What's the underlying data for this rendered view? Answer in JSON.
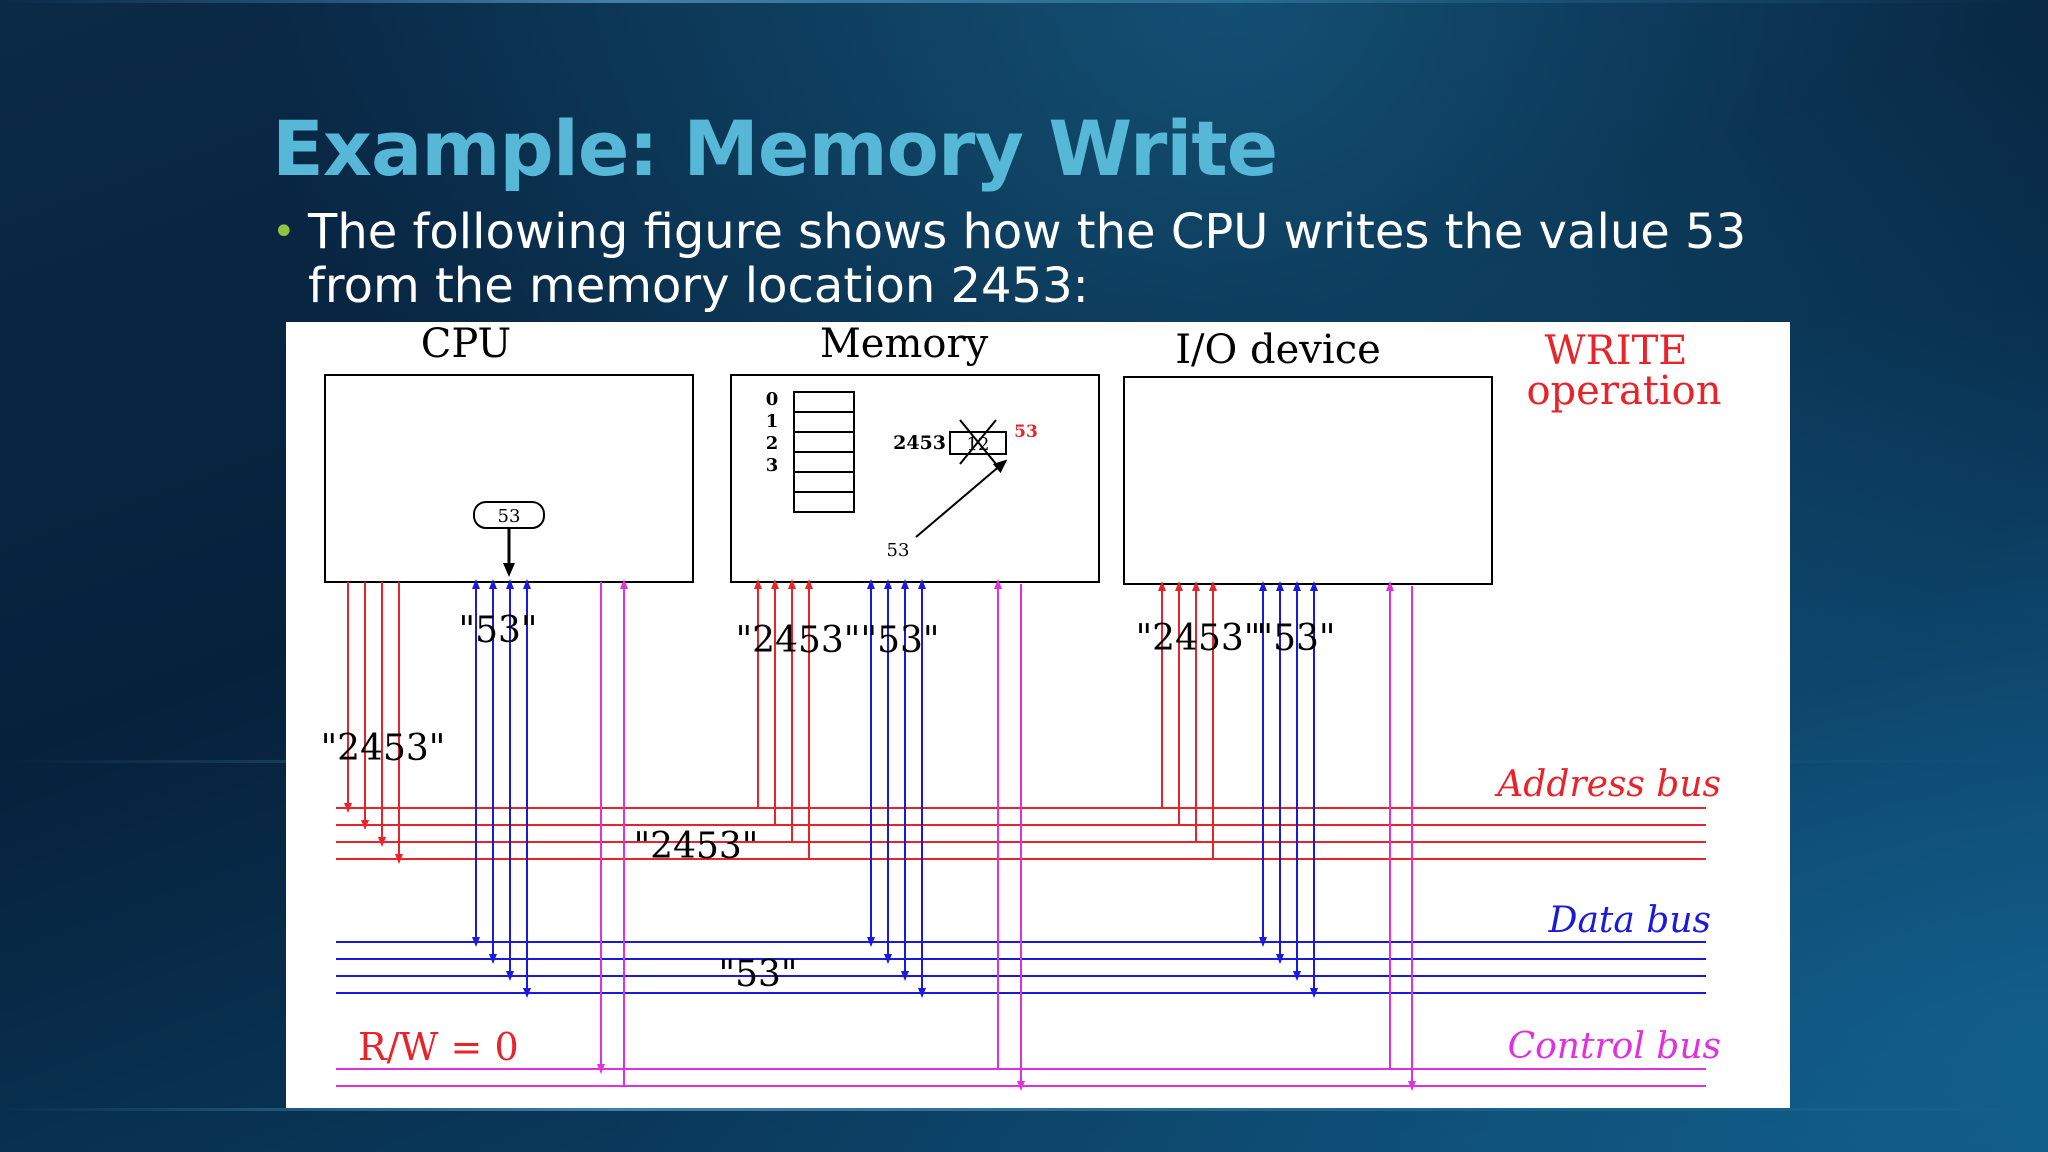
{
  "slide": {
    "title": "Example: Memory Write",
    "bullet_text": "The following figure shows how the CPU writes the value 53 from the memory location 2453:"
  },
  "diagram": {
    "cpu_label": "CPU",
    "memory_label": "Memory",
    "io_label": "I/O device",
    "op_line1": "WRITE",
    "op_line2": "operation",
    "register_value": "53",
    "memory_rows": [
      "0",
      "1",
      "2",
      "3"
    ],
    "memory_address": "2453",
    "old_value": "12",
    "new_value": "53",
    "incoming_value": "53",
    "cpu_data_label": "\"53\"",
    "cpu_addr_label": "\"2453\"",
    "mem_addr_label": "\"2453\"",
    "mem_data_label": "\"53\"",
    "io_addr_label": "\"2453\"",
    "io_data_label": "\"53\"",
    "addr_bus_value": "\"2453\"",
    "data_bus_value": "\"53\"",
    "control_signal": "R/W = 0",
    "address_bus_label": "Address bus",
    "data_bus_label": "Data bus",
    "control_bus_label": "Control bus",
    "colors": {
      "address": "#e8242a",
      "data": "#1a1adc",
      "control": "#e030e0",
      "title": "#56b8d6",
      "bullet_dot": "#8cc63f"
    }
  }
}
